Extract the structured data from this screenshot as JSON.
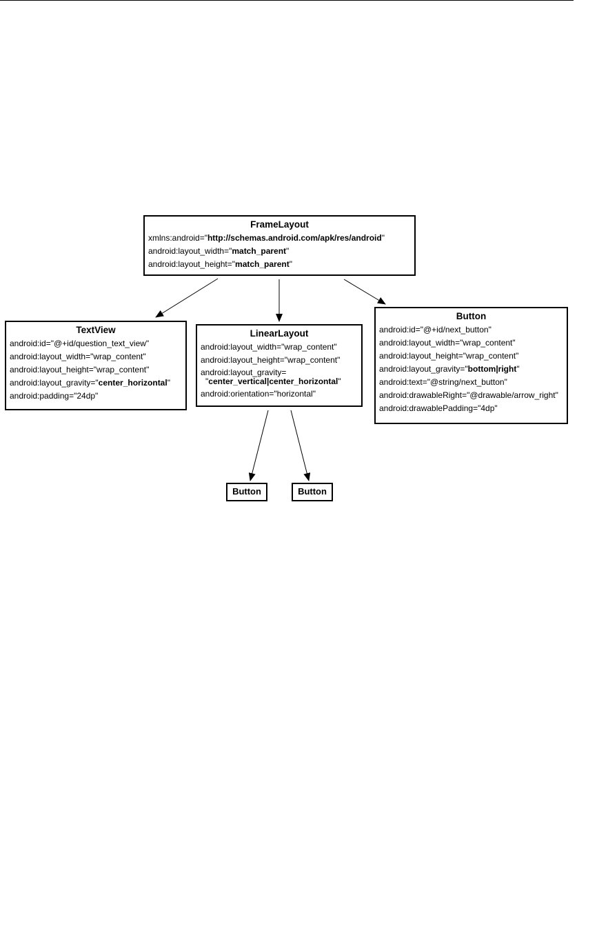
{
  "frame": {
    "title": "FrameLayout",
    "attrs": [
      {
        "k": "xmlns:android=\"",
        "v": "http://schemas.android.com/apk/res/android",
        "bold": true,
        "e": "\""
      },
      {
        "k": "android:layout_width=\"",
        "v": "match_parent",
        "bold": true,
        "e": "\""
      },
      {
        "k": "android:layout_height=\"",
        "v": "match_parent",
        "bold": true,
        "e": "\""
      }
    ]
  },
  "textview": {
    "title": "TextView",
    "attrs": [
      {
        "k": "android:id=\"",
        "v": "@+id/question_text_view",
        "bold": false,
        "e": "\""
      },
      {
        "k": "android:layout_width=\"",
        "v": "wrap_content",
        "bold": false,
        "e": "\""
      },
      {
        "k": "android:layout_height=\"",
        "v": "wrap_content",
        "bold": false,
        "e": "\""
      },
      {
        "k": "android:layout_gravity=\"",
        "v": "center_horizontal",
        "bold": true,
        "e": "\""
      },
      {
        "k": "android:padding=\"",
        "v": "24dp",
        "bold": false,
        "e": "\""
      }
    ]
  },
  "linear": {
    "title": "LinearLayout",
    "attrs": [
      {
        "k": "android:layout_width=\"",
        "v": "wrap_content",
        "bold": false,
        "e": "\""
      },
      {
        "k": "android:layout_height=\"",
        "v": "wrap_content",
        "bold": false,
        "e": "\""
      }
    ],
    "gravity_key": "android:layout_gravity=",
    "gravity_open": "\"",
    "gravity_value": "center_vertical|center_horizontal",
    "gravity_close": "\"",
    "orientation": {
      "k": "android:orientation=\"",
      "v": "horizontal",
      "bold": false,
      "e": "\""
    }
  },
  "button": {
    "title": "Button",
    "attrs": [
      {
        "k": "android:id=\"",
        "v": "@+id/next_button",
        "bold": false,
        "e": "\""
      },
      {
        "k": "android:layout_width=\"",
        "v": "wrap_content",
        "bold": false,
        "e": "\""
      },
      {
        "k": "android:layout_height=\"",
        "v": "wrap_content",
        "bold": false,
        "e": "\""
      },
      {
        "k": "android:layout_gravity=\"",
        "v": "bottom|right",
        "bold": true,
        "e": "\""
      },
      {
        "k": "android:text=\"",
        "v": "@string/next_button",
        "bold": false,
        "e": "\""
      },
      {
        "k": "android:drawableRight=\"",
        "v": "@drawable/arrow_right",
        "bold": false,
        "e": "\""
      },
      {
        "k": "android:drawablePadding=\"",
        "v": "4dp",
        "bold": false,
        "e": "\""
      }
    ]
  },
  "child_buttons": [
    {
      "label": "Button"
    },
    {
      "label": "Button"
    }
  ]
}
